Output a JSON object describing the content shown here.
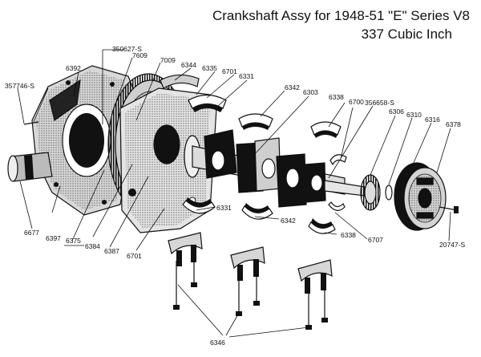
{
  "title_line1": "Crankshaft Assy for 1948-51 \"E\" Series V8",
  "title_line2": "337 Cubic Inch",
  "callouts": {
    "c357746S": "357746-S",
    "c6392": "6392",
    "c350627S": "350627-S",
    "c7609": "7609",
    "c7009": "7009",
    "c6344": "6344",
    "c6335": "6335",
    "c6701a": "6701",
    "c6331a": "6331",
    "c6342a": "6342",
    "c6303": "6303",
    "c6338a": "6338",
    "c6700": "6700",
    "c356658S": "356658-S",
    "c6306": "6306",
    "c6310": "6310",
    "c6316": "6316",
    "c6378": "6378",
    "c6677": "6677",
    "c6397": "6397",
    "c6375": "6375",
    "c6384": "6384",
    "c6387": "6387",
    "c6701b": "6701",
    "c6331b": "6331",
    "c6342b": "6342",
    "c6338b": "6338",
    "c6707": "6707",
    "c20747S": "20747-S",
    "c6346": "6346"
  }
}
